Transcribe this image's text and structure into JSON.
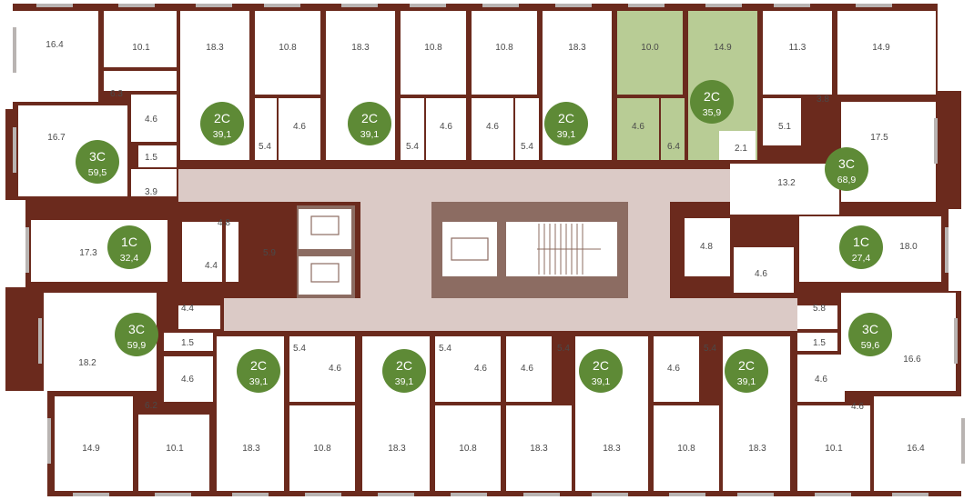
{
  "colors": {
    "wall": "#6b2a1d",
    "corridor": "#dbcac6",
    "core_dark": "#8c6c62",
    "badge": "#5e8a36",
    "highlight": "#b8cc95",
    "floor": "#ffffff",
    "window": "#b9b4b2"
  },
  "apartments": [
    {
      "id": "apt-3c-59-5",
      "type": "3С",
      "area": "59,5"
    },
    {
      "id": "apt-2c-39-1-a",
      "type": "2С",
      "area": "39,1"
    },
    {
      "id": "apt-2c-39-1-b",
      "type": "2С",
      "area": "39,1"
    },
    {
      "id": "apt-2c-39-1-c",
      "type": "2С",
      "area": "39,1"
    },
    {
      "id": "apt-2c-35-9",
      "type": "2С",
      "area": "35,9",
      "selected": true
    },
    {
      "id": "apt-3c-68-9",
      "type": "3С",
      "area": "68,9"
    },
    {
      "id": "apt-1c-32-4",
      "type": "1С",
      "area": "32,4"
    },
    {
      "id": "apt-1c-27-4",
      "type": "1С",
      "area": "27,4"
    },
    {
      "id": "apt-3c-59-9",
      "type": "3С",
      "area": "59,9"
    },
    {
      "id": "apt-2c-39-1-d",
      "type": "2С",
      "area": "39,1"
    },
    {
      "id": "apt-2c-39-1-e",
      "type": "2С",
      "area": "39,1"
    },
    {
      "id": "apt-2c-39-1-f",
      "type": "2С",
      "area": "39,1"
    },
    {
      "id": "apt-2c-39-1-g",
      "type": "2С",
      "area": "39,1"
    },
    {
      "id": "apt-3c-59-6",
      "type": "3С",
      "area": "59,6"
    }
  ],
  "rooms": [
    "16.4",
    "10.1",
    "6.3",
    "4.6",
    "16.7",
    "1.5",
    "3.9",
    "18.3",
    "10.8",
    "5.4",
    "4.6",
    "18.3",
    "10.8",
    "5.4",
    "4.6",
    "10.8",
    "18.3",
    "4.6",
    "5.4",
    "10.0",
    "14.9",
    "4.6",
    "6.4",
    "11.3",
    "14.9",
    "3.8",
    "5.1",
    "17.5",
    "2.1",
    "13.2",
    "17.3",
    "4.8",
    "4.4",
    "5.9",
    "4.8",
    "18.0",
    "4.6",
    "4.4",
    "1.5",
    "18.2",
    "4.6",
    "6.2",
    "14.9",
    "10.1",
    "5.4",
    "4.6",
    "18.3",
    "10.8",
    "5.4",
    "4.6",
    "18.3",
    "10.8",
    "5.4",
    "4.6",
    "18.3",
    "18.3",
    "5.4",
    "4.6",
    "10.8",
    "18.3",
    "5.8",
    "1.5",
    "16.6",
    "4.6",
    "4.6",
    "10.1",
    "16.4"
  ]
}
